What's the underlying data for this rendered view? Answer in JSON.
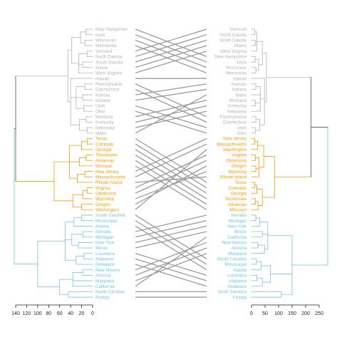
{
  "chart_data": {
    "type": "tanglegram",
    "colors": {
      "group1": "#b3b3b3",
      "group2": "#f59a0a",
      "group3": "#74c3e1",
      "connector": "#9a9a9a",
      "root_link": "#555555",
      "axis": "#222222"
    },
    "left": {
      "labels": [
        "New Hampshire",
        "Iowa",
        "Wisconsin",
        "Minnesota",
        "Vermont",
        "North Dakota",
        "South Dakota",
        "Maine",
        "West Virginia",
        "Hawaii",
        "Pennsylvania",
        "Connecticut",
        "Kansas",
        "Indiana",
        "Utah",
        "Ohio",
        "Montana",
        "Kentucky",
        "Nebraska",
        "Idaho",
        "Texas",
        "Colorado",
        "Georgia",
        "Tennessee",
        "Arkansas",
        "Missouri",
        "New Jersey",
        "Massachusetts",
        "Rhode Island",
        "Virginia",
        "Oklahoma",
        "Wyoming",
        "Oregon",
        "Washington",
        "South Carolina",
        "Mississippi",
        "Alaska",
        "Nevada",
        "Michigan",
        "New York",
        "Illinois",
        "Louisiana",
        "Alabama",
        "Delaware",
        "New Mexico",
        "Arizona",
        "Maryland",
        "California",
        "North Carolina",
        "Florida"
      ],
      "axis_ticks": [
        "140",
        "120",
        "100",
        "80",
        "60",
        "40",
        "20",
        "0"
      ]
    },
    "right": {
      "labels": [
        "Vermont",
        "North Dakota",
        "South Dakota",
        "Maine",
        "West Virginia",
        "New Hampshire",
        "Iowa",
        "Wisconsin",
        "Minnesota",
        "Hawaii",
        "Kansas",
        "Indiana",
        "Idaho",
        "Montana",
        "Kentucky",
        "Nebraska",
        "Pennsylvania",
        "Connecticut",
        "Utah",
        "Ohio",
        "New Jersey",
        "Massachusetts",
        "Washington",
        "Virginia",
        "Oklahoma",
        "Oregon",
        "Wyoming",
        "Rhode Island",
        "Texas",
        "Colorado",
        "Georgia",
        "Tennessee",
        "Arkansas",
        "Missouri",
        "Nevada",
        "Michigan",
        "New York",
        "Illinois",
        "California",
        "New Mexico",
        "Arizona",
        "Maryland",
        "South Carolina",
        "Mississippi",
        "Alaska",
        "Louisiana",
        "Alabama",
        "Delaware",
        "North Carolina",
        "Florida"
      ],
      "axis_ticks": [
        "0",
        "50",
        "100",
        "150",
        "200",
        "250"
      ]
    }
  }
}
